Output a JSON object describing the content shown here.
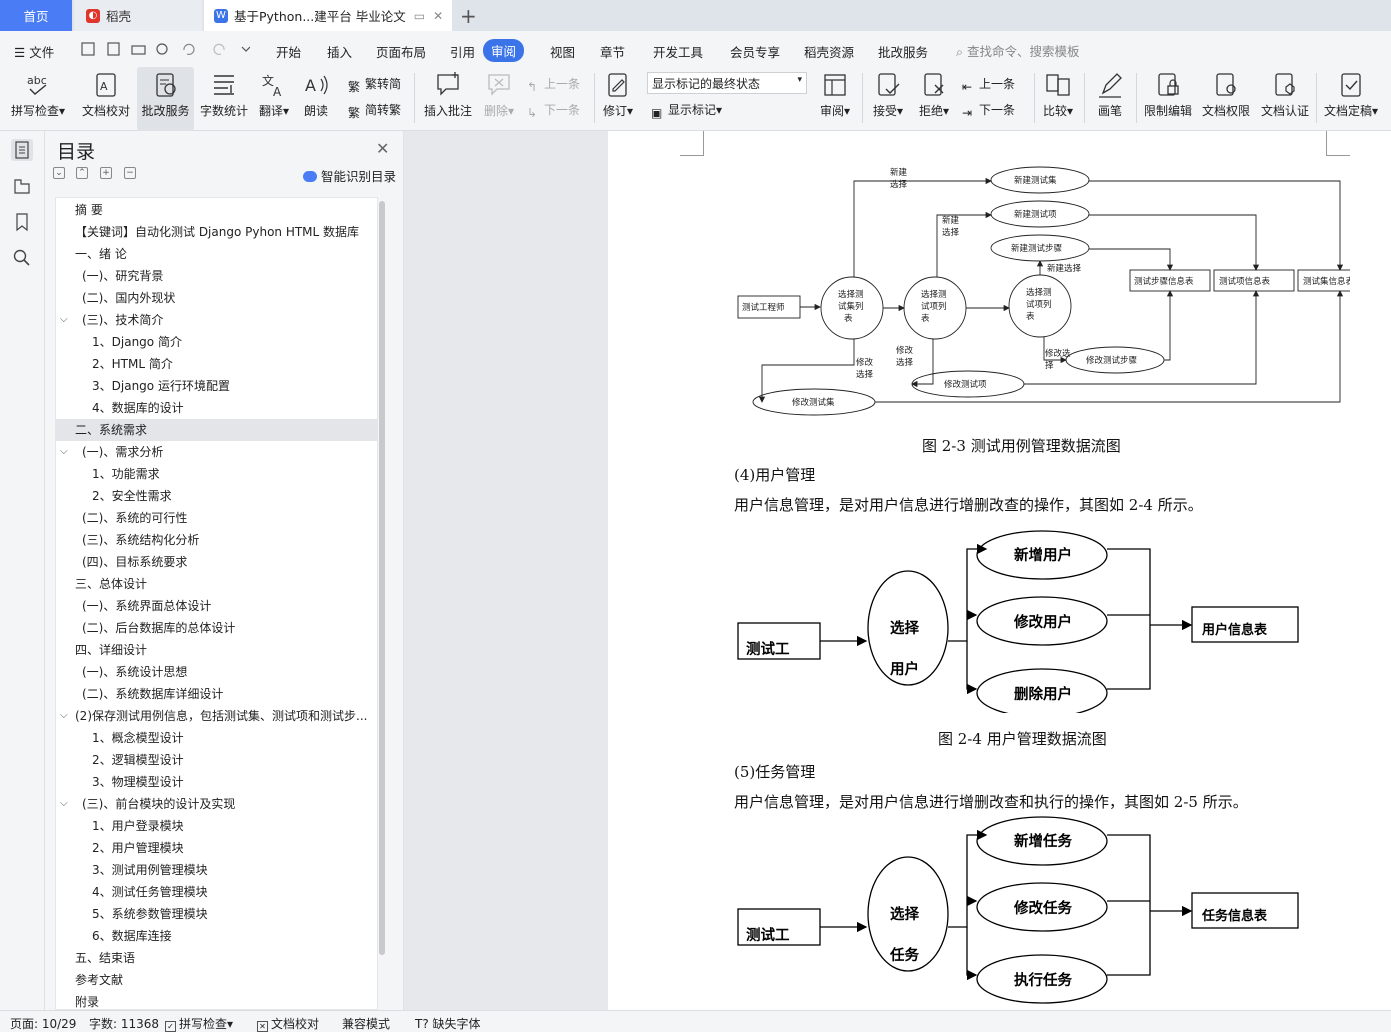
{
  "tabs": {
    "home": "首页",
    "daoke": "稻壳",
    "doc": "基于Python...建平台 毕业论文"
  },
  "menu": {
    "file": "文件",
    "items": [
      "开始",
      "插入",
      "页面布局",
      "引用",
      "审阅",
      "视图",
      "章节",
      "开发工具",
      "会员专享",
      "稻壳资源",
      "批改服务"
    ],
    "active": "审阅",
    "search": "查找命令、搜索模板"
  },
  "ribbon": {
    "spell": "拼写检查",
    "proof": "文档校对",
    "correction": "批改服务",
    "wordcount": "字数统计",
    "translate": "翻译",
    "read": "朗读",
    "trad": "繁转简",
    "simp": "简转繁",
    "insert_comment": "插入批注",
    "delete": "删除",
    "prev": "上一条",
    "next": "下一条",
    "track": "修订",
    "markup_state": "显示标记的最终状态",
    "show_markup": "显示标记",
    "review": "审阅",
    "accept": "接受",
    "reject": "拒绝",
    "prev2": "上一条",
    "next2": "下一条",
    "compare": "比较",
    "pen": "画笔",
    "restrict": "限制编辑",
    "rights": "文档权限",
    "cert": "文档认证",
    "final": "文档定稿"
  },
  "toc": {
    "title": "目录",
    "smart": "智能识别目录",
    "items": [
      {
        "t": "摘  要",
        "l": 0,
        "c": ""
      },
      {
        "t": "【关键词】自动化测试 Django Pyhon HTML 数据库",
        "l": 0,
        "c": ""
      },
      {
        "t": "一、绪  论",
        "l": 0,
        "c": ""
      },
      {
        "t": "(一)、研究背景",
        "l": 1,
        "c": ""
      },
      {
        "t": "(二)、国内外现状",
        "l": 1,
        "c": ""
      },
      {
        "t": "(三)、技术简介",
        "l": 1,
        "c": "v"
      },
      {
        "t": "1、Django 简介",
        "l": 2,
        "c": ""
      },
      {
        "t": "2、HTML 简介",
        "l": 2,
        "c": ""
      },
      {
        "t": "3、Django 运行环境配置",
        "l": 2,
        "c": ""
      },
      {
        "t": "4、数据库的设计",
        "l": 2,
        "c": ""
      },
      {
        "t": "二、系统需求",
        "l": 0,
        "c": "",
        "sel": true
      },
      {
        "t": "(一)、需求分析",
        "l": 1,
        "c": "v"
      },
      {
        "t": "1、功能需求",
        "l": 2,
        "c": ""
      },
      {
        "t": "2、安全性需求",
        "l": 2,
        "c": ""
      },
      {
        "t": "(二)、系统的可行性",
        "l": 1,
        "c": ""
      },
      {
        "t": "(三)、系统结构化分析",
        "l": 1,
        "c": ""
      },
      {
        "t": "(四)、目标系统要求",
        "l": 1,
        "c": ""
      },
      {
        "t": "三、总体设计",
        "l": 0,
        "c": ""
      },
      {
        "t": "(一)、系统界面总体设计",
        "l": 1,
        "c": ""
      },
      {
        "t": "(二)、后台数据库的总体设计",
        "l": 1,
        "c": ""
      },
      {
        "t": "四、详细设计",
        "l": 0,
        "c": ""
      },
      {
        "t": "(一)、系统设计思想",
        "l": 1,
        "c": ""
      },
      {
        "t": "(二)、系统数据库详细设计",
        "l": 1,
        "c": ""
      },
      {
        "t": "(2)保存测试用例信息，包括测试集、测试项和测试步...",
        "l": 0,
        "c": "v"
      },
      {
        "t": "1、概念模型设计",
        "l": 2,
        "c": ""
      },
      {
        "t": "2、逻辑模型设计",
        "l": 2,
        "c": ""
      },
      {
        "t": "3、物理模型设计",
        "l": 2,
        "c": ""
      },
      {
        "t": "(三)、前台模块的设计及实现",
        "l": 1,
        "c": "v"
      },
      {
        "t": "1、用户登录模块",
        "l": 2,
        "c": ""
      },
      {
        "t": "2、用户管理模块",
        "l": 2,
        "c": ""
      },
      {
        "t": "3、测试用例管理模块",
        "l": 2,
        "c": ""
      },
      {
        "t": "4、测试任务管理模块",
        "l": 2,
        "c": ""
      },
      {
        "t": "5、系统参数管理模块",
        "l": 2,
        "c": ""
      },
      {
        "t": "6、数据库连接",
        "l": 2,
        "c": ""
      },
      {
        "t": "五、结束语",
        "l": 0,
        "c": ""
      },
      {
        "t": "参考文献",
        "l": 0,
        "c": ""
      },
      {
        "t": "附录",
        "l": 0,
        "c": ""
      }
    ]
  },
  "doc": {
    "fig23": {
      "caption": "图  2-3  测试用例管理数据流图",
      "tester": "测试工程师",
      "c1": [
        "选择测",
        "试集列",
        "表"
      ],
      "c2": [
        "选择测",
        "试项列",
        "表"
      ],
      "c3": [
        "选择测",
        "试项列",
        "表"
      ],
      "e_new_set": "新建测试集",
      "e_new_item": "新建测试项",
      "e_new_step": "新建测试步骤",
      "e_mod_step": "修改测试步骤",
      "e_mod_item": "修改测试项",
      "e_mod_set": "修改测试集",
      "t_step": "测试步骤信息表",
      "t_item": "测试项信息表",
      "t_set": "测试集信息表",
      "l_new1": [
        "新建",
        "选择"
      ],
      "l_new2": [
        "新建",
        "选择"
      ],
      "l_new3": "新建选择",
      "l_mod1": [
        "修改",
        "选择"
      ],
      "l_mod2": [
        "修改",
        "选择"
      ],
      "l_mod3": [
        "修改选",
        "择"
      ]
    },
    "h4": "(4)用户管理",
    "p4": "用户信息管理，是对用户信息进行增删改查的操作，其图如 2-4 所示。",
    "fig24": {
      "tester": "测试工",
      "c": [
        "选择",
        "用户"
      ],
      "e1": "新增用户",
      "e2": "修改用户",
      "e3": "删除用户",
      "table": "用户信息表",
      "caption": "图  2-4  用户管理数据流图"
    },
    "h5": "(5)任务管理",
    "p5": "用户信息管理，是对用户信息进行增删改查和执行的操作，其图如 2-5 所示。",
    "fig25": {
      "tester": "测试工",
      "c": [
        "选择",
        "任务"
      ],
      "e1": "新增任务",
      "e2": "修改任务",
      "e3": "执行任务",
      "table": "任务信息表"
    }
  },
  "status": {
    "page": "页面: 10/29",
    "words": "字数: 11368",
    "spell": "拼写检查",
    "proof": "文档校对",
    "compat": "兼容模式",
    "missing_font": "缺失字体"
  }
}
